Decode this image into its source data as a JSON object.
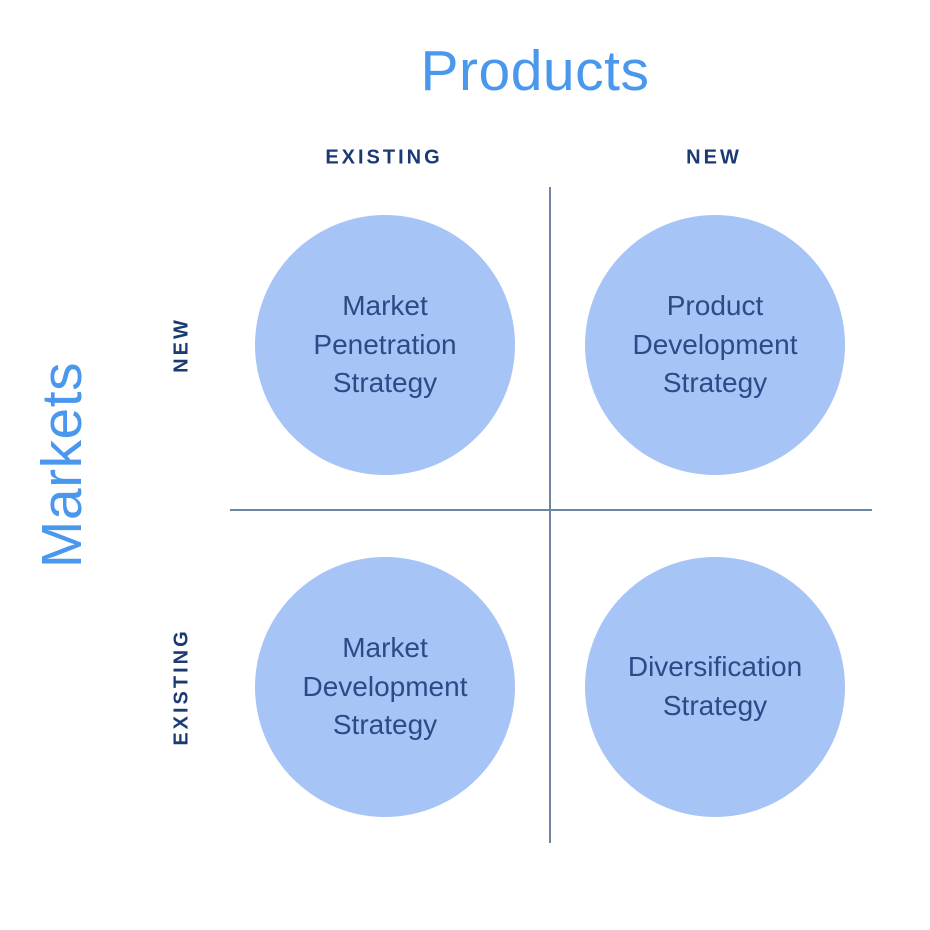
{
  "matrix": {
    "axes": {
      "products_title": "Products",
      "markets_title": "Markets"
    },
    "columns": [
      {
        "label": "EXISTING"
      },
      {
        "label": "NEW"
      }
    ],
    "rows": [
      {
        "label": "NEW"
      },
      {
        "label": "EXISTING"
      }
    ],
    "quadrants": [
      {
        "position": "top-left",
        "label": "Market Penetration Strategy"
      },
      {
        "position": "top-right",
        "label": "Product Development Strategy"
      },
      {
        "position": "bottom-left",
        "label": "Market Development Strategy"
      },
      {
        "position": "bottom-right",
        "label": "Diversification Strategy"
      }
    ],
    "colors": {
      "axis_title_blue": "#4a97ee",
      "header_navy": "#1b3a73",
      "circle_fill": "#a7c4f7",
      "circle_text_navy": "#2a4b85",
      "divider_slate": "#6b87a3",
      "background": "#ffffff"
    }
  }
}
